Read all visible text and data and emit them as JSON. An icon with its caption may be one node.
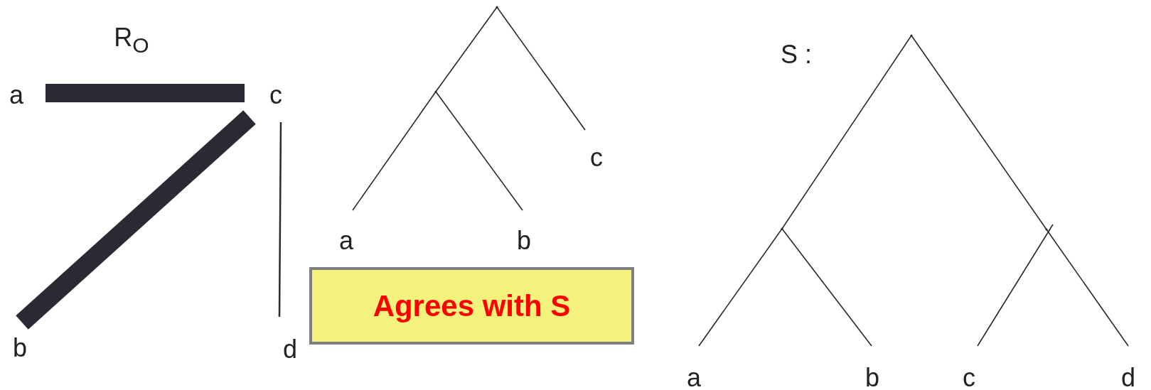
{
  "diagram": {
    "nodes": [
      {
        "text": [
          "a"
        ]
      },
      {
        "text": [
          "c"
        ]
      },
      {
        "text": [
          "b"
        ]
      },
      {
        "text": [
          "d"
        ]
      },
      {
        "text": [],
        "shape": "point"
      },
      {
        "text": [],
        "shape": "point"
      },
      {
        "text": [
          "c"
        ]
      },
      {
        "text": [
          "a"
        ]
      },
      {
        "text": [
          "b"
        ]
      },
      {
        "text": [
          "Agrees with S"
        ]
      },
      {
        "text": [],
        "shape": "point"
      },
      {
        "text": [],
        "shape": "point"
      },
      {
        "text": [],
        "shape": "point"
      },
      {
        "text": [
          "a"
        ]
      },
      {
        "text": [
          "b"
        ]
      },
      {
        "text": [
          "c"
        ]
      },
      {
        "text": [
          "d"
        ]
      }
    ],
    "edges": [
      {
        "from": 0,
        "to": 1,
        "arrow": "none",
        "style": "thick"
      },
      {
        "from": 1,
        "to": 2,
        "arrow": "none",
        "style": "thick"
      },
      {
        "from": 1,
        "to": 3,
        "arrow": "none"
      },
      {
        "from": 4,
        "to": 5,
        "arrow": "none"
      },
      {
        "from": 5,
        "to": 7,
        "arrow": "none"
      },
      {
        "from": 5,
        "to": 8,
        "arrow": "none"
      },
      {
        "from": 4,
        "to": 6,
        "arrow": "none"
      },
      {
        "from": 10,
        "to": 11,
        "arrow": "none"
      },
      {
        "from": 11,
        "to": 13,
        "arrow": "none"
      },
      {
        "from": 11,
        "to": 14,
        "arrow": "none"
      },
      {
        "from": 10,
        "to": 12,
        "arrow": "none"
      },
      {
        "from": 12,
        "to": 15,
        "arrow": "none"
      },
      {
        "from": 12,
        "to": 16,
        "arrow": "none"
      }
    ],
    "labels": [
      "R$_{O}$",
      "S :"
    ]
  }
}
